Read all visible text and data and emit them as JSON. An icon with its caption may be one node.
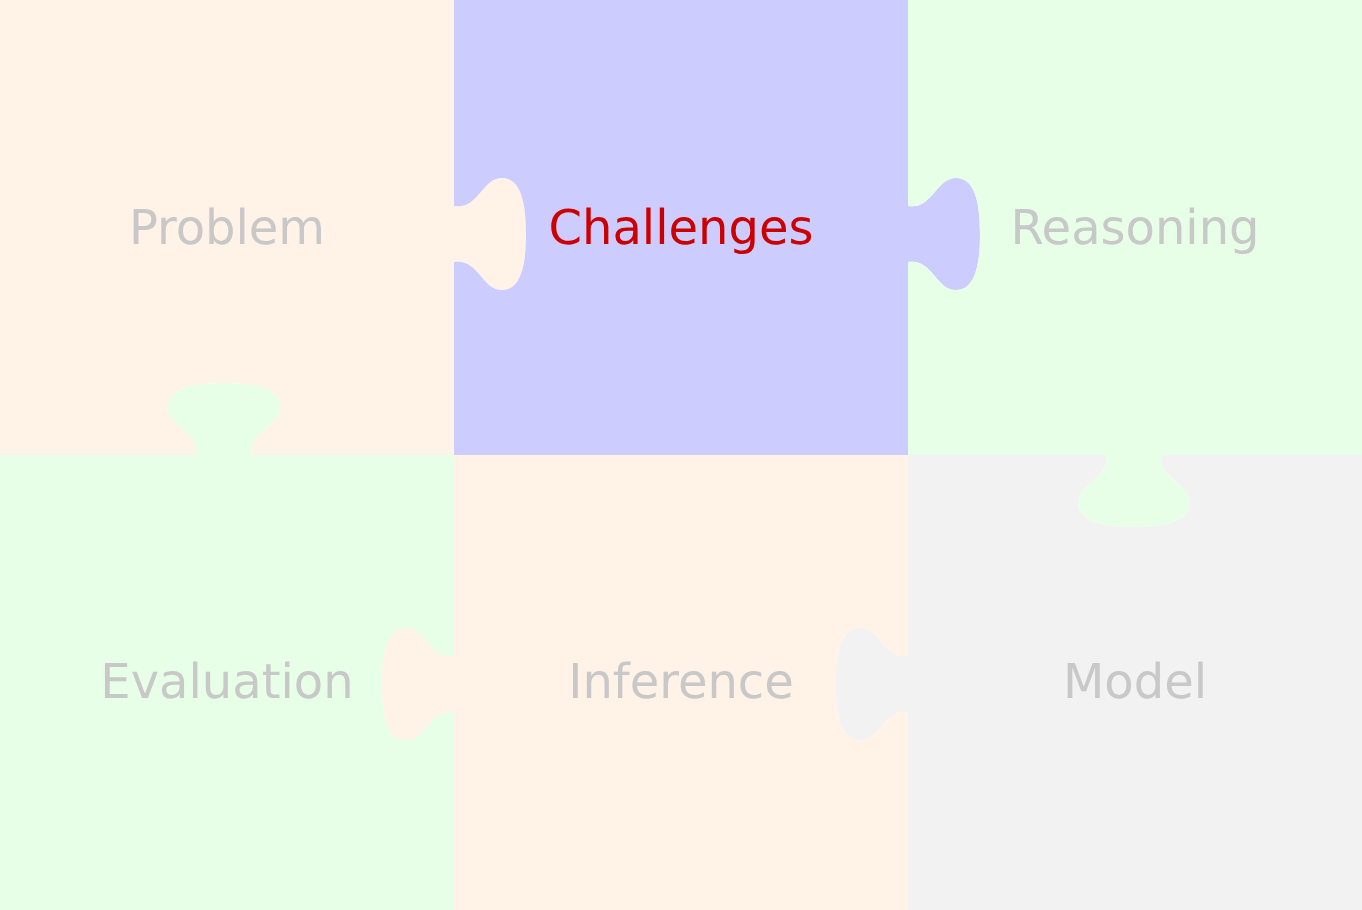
{
  "diagram": {
    "nodes": [
      {
        "text": [
          "Problem"
        ]
      },
      {
        "text": [
          "Challenges"
        ]
      },
      {
        "text": [
          "Reasoning"
        ]
      },
      {
        "text": [
          "Evaluation"
        ]
      },
      {
        "text": [
          "Inference"
        ]
      },
      {
        "text": [
          "Model"
        ]
      }
    ]
  }
}
